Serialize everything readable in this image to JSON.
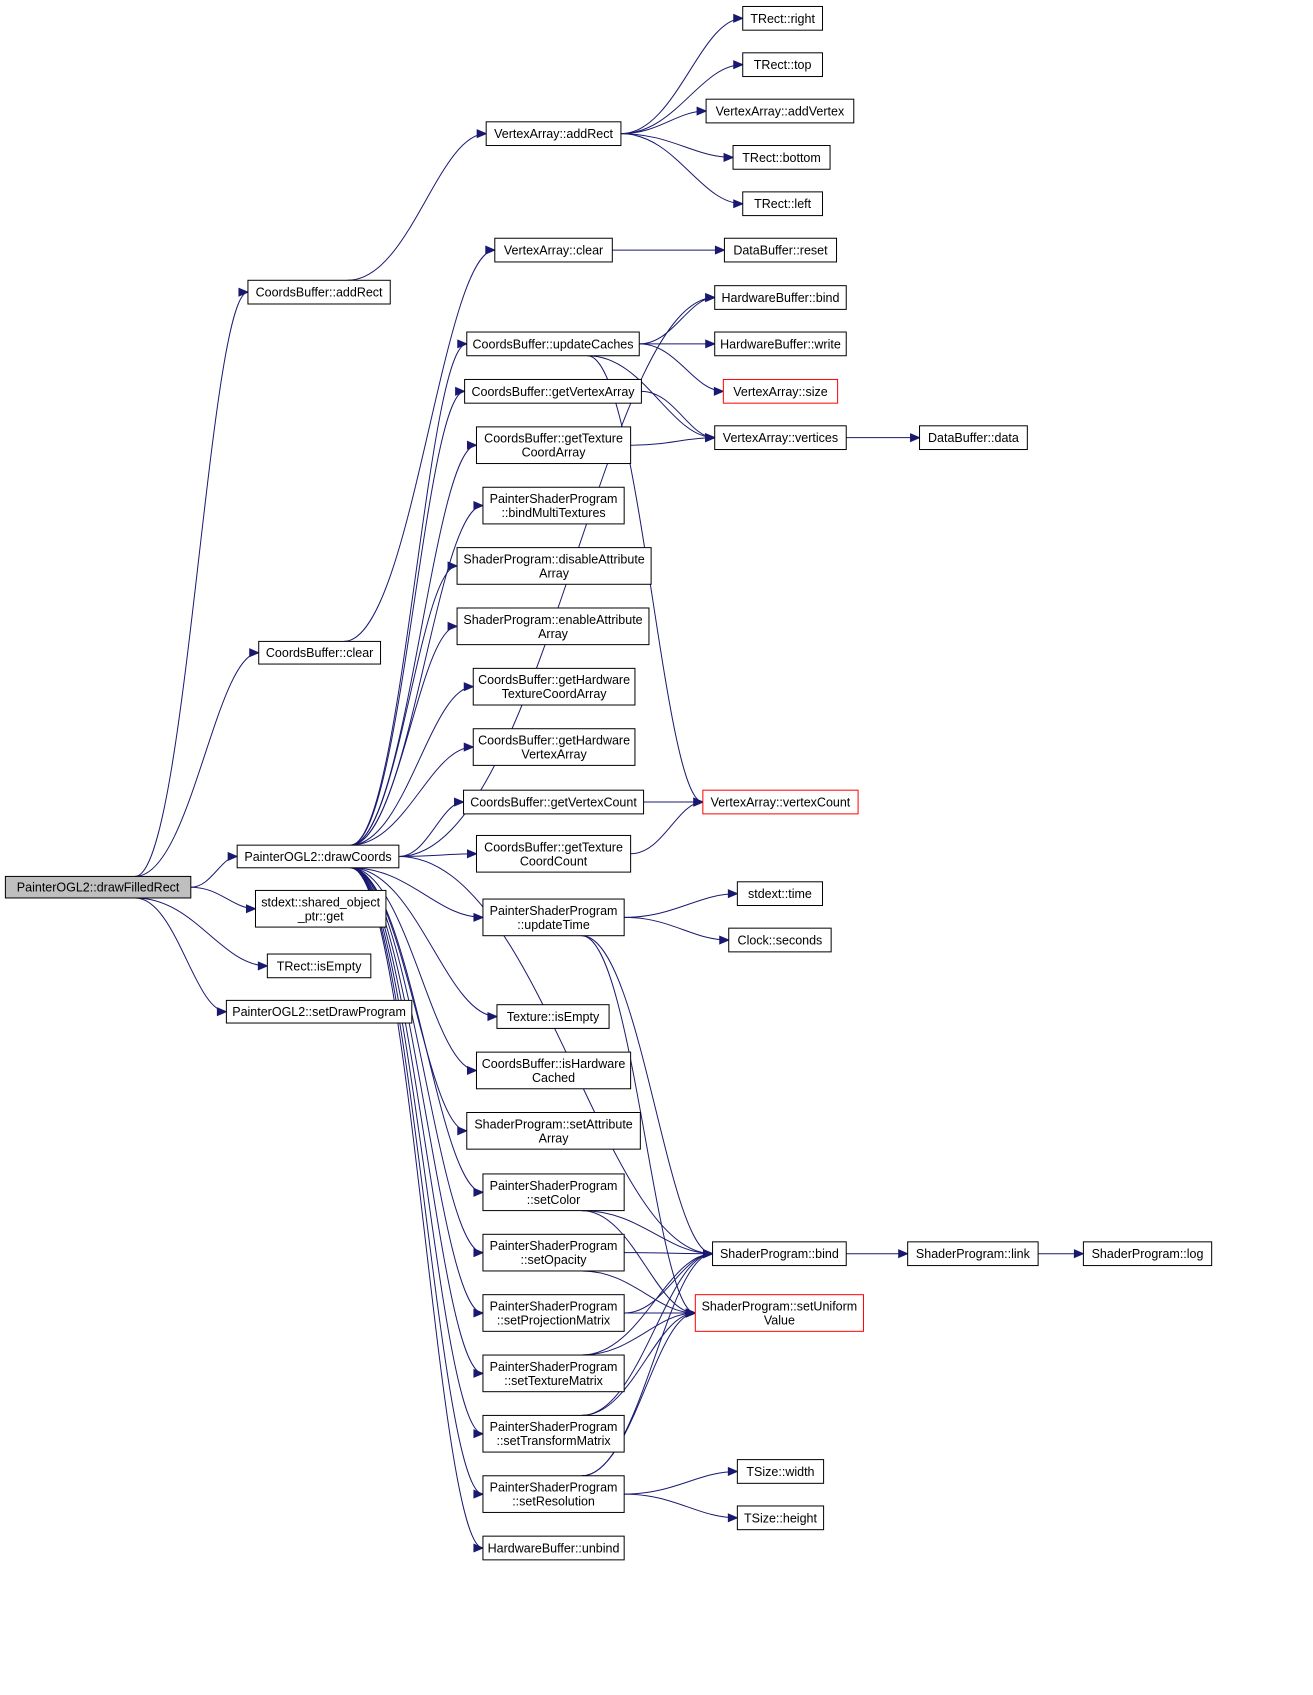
{
  "nodes": {
    "drawFilledRect": {
      "lines": [
        "PainterOGL2::drawFilledRect"
      ],
      "highlight": true
    },
    "cbAddRect": {
      "lines": [
        "CoordsBuffer::addRect"
      ]
    },
    "cbClear": {
      "lines": [
        "CoordsBuffer::clear"
      ]
    },
    "drawCoords": {
      "lines": [
        "PainterOGL2::drawCoords"
      ]
    },
    "sharedGet": {
      "lines": [
        "stdext::shared_object",
        "_ptr::get"
      ]
    },
    "trectIsEmpty": {
      "lines": [
        "TRect::isEmpty"
      ]
    },
    "setDrawProgram": {
      "lines": [
        "PainterOGL2::setDrawProgram"
      ]
    },
    "vaAddRect": {
      "lines": [
        "VertexArray::addRect"
      ]
    },
    "trRight": {
      "lines": [
        "TRect::right"
      ]
    },
    "trTop": {
      "lines": [
        "TRect::top"
      ]
    },
    "vaAddVertex": {
      "lines": [
        "VertexArray::addVertex"
      ]
    },
    "trBottom": {
      "lines": [
        "TRect::bottom"
      ]
    },
    "trLeft": {
      "lines": [
        "TRect::left"
      ]
    },
    "vaClear": {
      "lines": [
        "VertexArray::clear"
      ]
    },
    "dbReset": {
      "lines": [
        "DataBuffer::reset"
      ]
    },
    "hbBind": {
      "lines": [
        "HardwareBuffer::bind"
      ]
    },
    "cbUpdateCaches": {
      "lines": [
        "CoordsBuffer::updateCaches"
      ]
    },
    "hbWrite": {
      "lines": [
        "HardwareBuffer::write"
      ]
    },
    "vaSize": {
      "lines": [
        "VertexArray::size"
      ],
      "red": true
    },
    "cbGetVertexArray": {
      "lines": [
        "CoordsBuffer::getVertexArray"
      ]
    },
    "vaVertices": {
      "lines": [
        "VertexArray::vertices"
      ]
    },
    "dbData": {
      "lines": [
        "DataBuffer::data"
      ]
    },
    "cbGetTexCoordArray": {
      "lines": [
        "CoordsBuffer::getTexture",
        "CoordArray"
      ]
    },
    "pspBindMulti": {
      "lines": [
        "PainterShaderProgram",
        "::bindMultiTextures"
      ]
    },
    "spDisableAttr": {
      "lines": [
        "ShaderProgram::disableAttribute",
        "Array"
      ]
    },
    "spEnableAttr": {
      "lines": [
        "ShaderProgram::enableAttribute",
        "Array"
      ]
    },
    "cbGetHwTexCoord": {
      "lines": [
        "CoordsBuffer::getHardware",
        "TextureCoordArray"
      ]
    },
    "cbGetHwVertex": {
      "lines": [
        "CoordsBuffer::getHardware",
        "VertexArray"
      ]
    },
    "cbGetVertexCount": {
      "lines": [
        "CoordsBuffer::getVertexCount"
      ]
    },
    "vaVertexCount": {
      "lines": [
        "VertexArray::vertexCount"
      ],
      "red": true
    },
    "cbGetTexCoordCount": {
      "lines": [
        "CoordsBuffer::getTexture",
        "CoordCount"
      ]
    },
    "pspUpdateTime": {
      "lines": [
        "PainterShaderProgram",
        "::updateTime"
      ]
    },
    "stdTime": {
      "lines": [
        "stdext::time"
      ]
    },
    "clockSeconds": {
      "lines": [
        "Clock::seconds"
      ]
    },
    "texIsEmpty": {
      "lines": [
        "Texture::isEmpty"
      ]
    },
    "cbIsHwCached": {
      "lines": [
        "CoordsBuffer::isHardware",
        "Cached"
      ]
    },
    "spSetAttrArray": {
      "lines": [
        "ShaderProgram::setAttribute",
        "Array"
      ]
    },
    "pspSetColor": {
      "lines": [
        "PainterShaderProgram",
        "::setColor"
      ]
    },
    "spBind": {
      "lines": [
        "ShaderProgram::bind"
      ]
    },
    "spLink": {
      "lines": [
        "ShaderProgram::link"
      ]
    },
    "spLog": {
      "lines": [
        "ShaderProgram::log"
      ]
    },
    "pspSetOpacity": {
      "lines": [
        "PainterShaderProgram",
        "::setOpacity"
      ]
    },
    "spSetUniform": {
      "lines": [
        "ShaderProgram::setUniform",
        "Value"
      ],
      "red": true
    },
    "pspSetProj": {
      "lines": [
        "PainterShaderProgram",
        "::setProjectionMatrix"
      ]
    },
    "pspSetTexMatrix": {
      "lines": [
        "PainterShaderProgram",
        "::setTextureMatrix"
      ]
    },
    "pspSetTransform": {
      "lines": [
        "PainterShaderProgram",
        "::setTransformMatrix"
      ]
    },
    "pspSetResolution": {
      "lines": [
        "PainterShaderProgram",
        "::setResolution"
      ]
    },
    "tsWidth": {
      "lines": [
        "TSize::width"
      ]
    },
    "tsHeight": {
      "lines": [
        "TSize::height"
      ]
    },
    "hbUnbind": {
      "lines": [
        "HardwareBuffer::unbind"
      ]
    }
  },
  "edges": [
    [
      "drawFilledRect",
      "cbAddRect"
    ],
    [
      "drawFilledRect",
      "cbClear"
    ],
    [
      "drawFilledRect",
      "drawCoords"
    ],
    [
      "drawFilledRect",
      "sharedGet"
    ],
    [
      "drawFilledRect",
      "trectIsEmpty"
    ],
    [
      "drawFilledRect",
      "setDrawProgram"
    ],
    [
      "cbAddRect",
      "vaAddRect"
    ],
    [
      "vaAddRect",
      "trRight"
    ],
    [
      "vaAddRect",
      "trTop"
    ],
    [
      "vaAddRect",
      "vaAddVertex"
    ],
    [
      "vaAddRect",
      "trBottom"
    ],
    [
      "vaAddRect",
      "trLeft"
    ],
    [
      "cbClear",
      "vaClear"
    ],
    [
      "vaClear",
      "dbReset"
    ],
    [
      "drawCoords",
      "hbBind"
    ],
    [
      "drawCoords",
      "cbUpdateCaches"
    ],
    [
      "drawCoords",
      "cbGetVertexArray"
    ],
    [
      "drawCoords",
      "cbGetTexCoordArray"
    ],
    [
      "drawCoords",
      "pspBindMulti"
    ],
    [
      "drawCoords",
      "spDisableAttr"
    ],
    [
      "drawCoords",
      "spEnableAttr"
    ],
    [
      "drawCoords",
      "cbGetHwTexCoord"
    ],
    [
      "drawCoords",
      "cbGetHwVertex"
    ],
    [
      "drawCoords",
      "cbGetVertexCount"
    ],
    [
      "drawCoords",
      "cbGetTexCoordCount"
    ],
    [
      "drawCoords",
      "pspUpdateTime"
    ],
    [
      "drawCoords",
      "spBind"
    ],
    [
      "drawCoords",
      "texIsEmpty"
    ],
    [
      "drawCoords",
      "cbIsHwCached"
    ],
    [
      "drawCoords",
      "spSetAttrArray"
    ],
    [
      "drawCoords",
      "pspSetColor"
    ],
    [
      "drawCoords",
      "pspSetOpacity"
    ],
    [
      "drawCoords",
      "pspSetProj"
    ],
    [
      "drawCoords",
      "pspSetTexMatrix"
    ],
    [
      "drawCoords",
      "pspSetTransform"
    ],
    [
      "drawCoords",
      "pspSetResolution"
    ],
    [
      "drawCoords",
      "hbUnbind"
    ],
    [
      "cbUpdateCaches",
      "hbBind"
    ],
    [
      "cbUpdateCaches",
      "hbWrite"
    ],
    [
      "cbUpdateCaches",
      "vaSize"
    ],
    [
      "cbUpdateCaches",
      "vaVertices"
    ],
    [
      "cbUpdateCaches",
      "vaVertexCount"
    ],
    [
      "cbGetVertexArray",
      "vaVertices"
    ],
    [
      "cbGetTexCoordArray",
      "vaVertices"
    ],
    [
      "vaVertices",
      "dbData"
    ],
    [
      "cbGetVertexCount",
      "vaVertexCount"
    ],
    [
      "cbGetTexCoordCount",
      "vaVertexCount"
    ],
    [
      "pspUpdateTime",
      "stdTime"
    ],
    [
      "pspUpdateTime",
      "clockSeconds"
    ],
    [
      "pspUpdateTime",
      "spBind"
    ],
    [
      "pspUpdateTime",
      "spSetUniform"
    ],
    [
      "pspSetColor",
      "spBind"
    ],
    [
      "pspSetColor",
      "spSetUniform"
    ],
    [
      "pspSetOpacity",
      "spBind"
    ],
    [
      "pspSetOpacity",
      "spSetUniform"
    ],
    [
      "pspSetProj",
      "spBind"
    ],
    [
      "pspSetProj",
      "spSetUniform"
    ],
    [
      "pspSetTexMatrix",
      "spBind"
    ],
    [
      "pspSetTexMatrix",
      "spSetUniform"
    ],
    [
      "pspSetTransform",
      "spBind"
    ],
    [
      "pspSetTransform",
      "spSetUniform"
    ],
    [
      "pspSetResolution",
      "spBind"
    ],
    [
      "pspSetResolution",
      "spSetUniform"
    ],
    [
      "pspSetResolution",
      "tsWidth"
    ],
    [
      "pspSetResolution",
      "tsHeight"
    ],
    [
      "spBind",
      "spLink"
    ],
    [
      "spLink",
      "spLog"
    ]
  ]
}
